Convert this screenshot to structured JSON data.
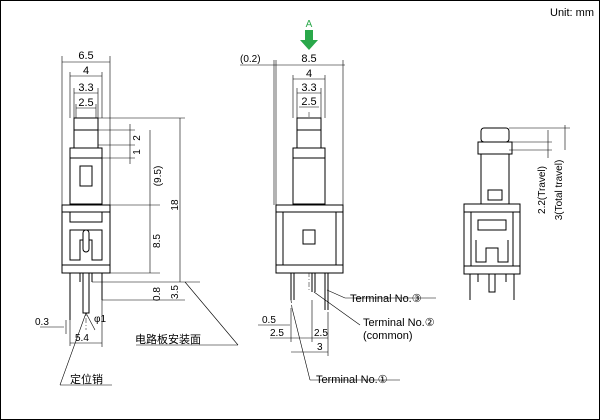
{
  "unit_label": "Unit: mm",
  "arrow_label": "A",
  "left_view": {
    "dims": {
      "w65": "6.5",
      "w4": "4",
      "w33": "3.3",
      "w25": "2.5",
      "h2": "2",
      "h1": "1",
      "h95": "(9.5)",
      "h18": "18",
      "h85": "8.5",
      "h08": "0.8",
      "h35": "3.5",
      "w03": "0.3",
      "d1": "φ1",
      "w54": "5.4"
    },
    "board_label": "电路板安装面",
    "pin_label": "定位销"
  },
  "front_view": {
    "dims": {
      "w02": "(0.2)",
      "w85": "8.5",
      "w4": "4",
      "w33": "3.3",
      "w25": "2.5",
      "w05": "0.5",
      "w25a": "2.5",
      "w25b": "2.5",
      "w3": "3"
    },
    "terminals": {
      "t3": "Terminal No.③",
      "t2": "Terminal No.②",
      "t2b": "(common)",
      "t1": "Terminal No.①"
    }
  },
  "right_view": {
    "dims": {
      "travel": "2.2(Travel)",
      "total": "3(Total travel)"
    }
  }
}
